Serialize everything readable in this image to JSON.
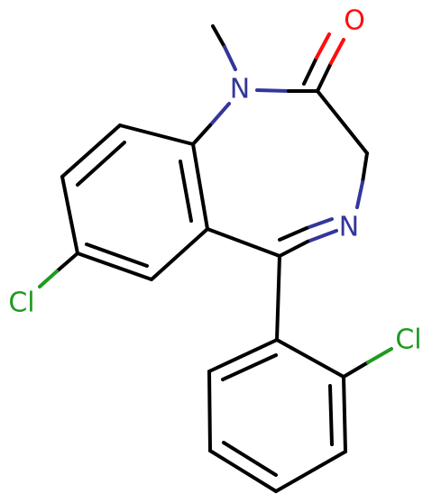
{
  "molecule": {
    "atoms": {
      "n1": {
        "label": "N",
        "color": "#33369a"
      },
      "n4": {
        "label": "N",
        "color": "#33369a"
      },
      "o": {
        "label": "O",
        "color": "#ff0d0d"
      },
      "cl7": {
        "label": "Cl",
        "color": "#1f9b1f"
      },
      "cl2p": {
        "label": "Cl",
        "color": "#1f9b1f"
      }
    },
    "colors": {
      "carbon_bond": "#000000",
      "nitrogen": "#33369a",
      "oxygen": "#ff0d0d",
      "chlorine": "#1f9b1f"
    }
  }
}
